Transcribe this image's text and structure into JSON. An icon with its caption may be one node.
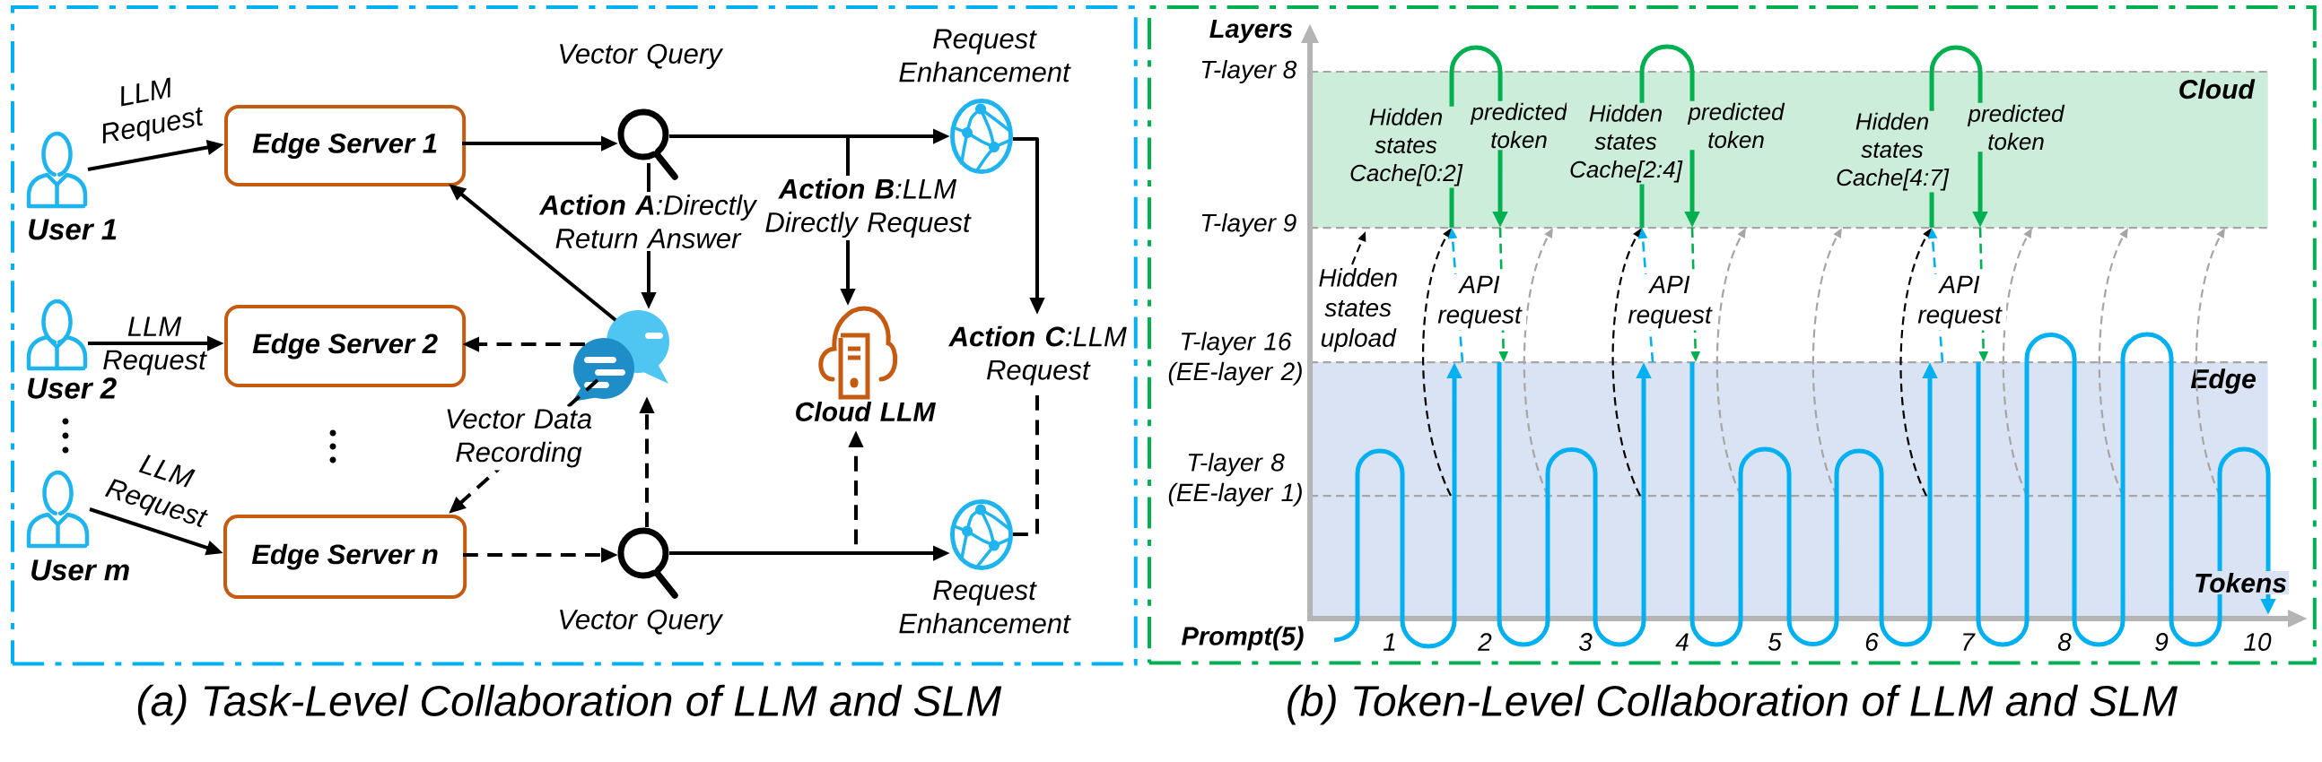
{
  "diagram": {
    "nodes": [
      {
        "text": [
          "(a) Task-Level Collaboration of LLM and SLM"
        ]
      },
      {
        "text": [
          "User 1"
        ],
        "in": 0
      },
      {
        "text": [
          "Edge Server 1"
        ],
        "in": 0
      },
      {
        "text": [
          "User 2"
        ],
        "in": 0
      },
      {
        "text": [
          "Edge Server 2"
        ],
        "in": 0
      },
      {
        "text": [
          "User m"
        ],
        "in": 0
      },
      {
        "text": [
          "Edge Server n"
        ],
        "in": 0
      },
      {
        "text": [
          "Vector Query"
        ],
        "in": 0
      },
      {
        "text": [
          "Request Enhancement"
        ],
        "in": 0
      },
      {
        "text": [],
        "shape": "picture",
        "in": 0
      },
      {
        "text": [
          "Cloud LLM"
        ],
        "in": 0
      },
      {
        "text": [
          "Vector Query"
        ],
        "in": 0
      },
      {
        "text": [
          "Request Enhancement"
        ],
        "in": 0
      },
      {
        "text": [
          "**Action C**:LLM Request"
        ],
        "in": 0
      },
      {
        "text": [
          "(b) Token-Level Collaboration of LLM and SLM"
        ]
      },
      {
        "text": [
          "Cloud"
        ],
        "in": 14
      },
      {
        "text": [
          "Edge"
        ],
        "in": 14
      },
      {
        "text": [
          "Hidden states upload"
        ],
        "in": 14
      }
    ],
    "edges": [
      {
        "from": 1,
        "to": 2,
        "arrow": "to",
        "label": "LLM Request"
      },
      {
        "from": 3,
        "to": 4,
        "arrow": "to",
        "label": "LLM Request"
      },
      {
        "from": 5,
        "to": 6,
        "arrow": "to",
        "label": "LLM Request"
      },
      {
        "from": 2,
        "to": 7,
        "arrow": "to"
      },
      {
        "from": 7,
        "to": 8,
        "arrow": "to"
      },
      {
        "from": 7,
        "to": 9,
        "arrow": "to",
        "label": "**Action A**:Directly Return Answer"
      },
      {
        "from": 7,
        "to": 10,
        "arrow": "to",
        "label": "**Action B**:LLM Directly Request"
      },
      {
        "from": 8,
        "to": 13,
        "arrow": "to"
      },
      {
        "from": 9,
        "to": 2,
        "arrow": "to"
      },
      {
        "from": 9,
        "to": 4,
        "arrow": "to",
        "style": "dashed"
      },
      {
        "from": 9,
        "to": 6,
        "arrow": "to",
        "label": "Vector Data Recording",
        "style": "dashed"
      },
      {
        "from": 6,
        "to": 11,
        "arrow": "to",
        "style": "dashed"
      },
      {
        "from": 11,
        "to": 9,
        "arrow": "to",
        "style": "dashed"
      },
      {
        "from": 11,
        "to": 12,
        "arrow": "to"
      },
      {
        "from": 11,
        "to": 10,
        "arrow": "to",
        "style": "dashed"
      },
      {
        "from": 12,
        "to": 13,
        "arrow": "none",
        "style": "dashed"
      },
      {
        "from": 17,
        "to": null,
        "arrow": "to",
        "style": "dashed"
      },
      {
        "from": 16,
        "to": 15,
        "arrow": "to",
        "style": "dashed"
      },
      {
        "from": 16,
        "to": 15,
        "arrow": "to",
        "label": "API request",
        "style": "dashed",
        "color": "#00b0f0"
      },
      {
        "from": 15,
        "to": 16,
        "arrow": "to",
        "style": "dashed",
        "color": "#00b050"
      },
      {
        "from": 16,
        "to": 15,
        "arrow": "to",
        "style": "dashed",
        "color": "#a6a6a6"
      },
      {
        "from": 16,
        "to": 15,
        "arrow": "to",
        "style": "dashed"
      },
      {
        "from": 16,
        "to": 15,
        "arrow": "to",
        "label": "API request",
        "style": "dashed",
        "color": "#00b0f0"
      },
      {
        "from": 15,
        "to": 16,
        "arrow": "to",
        "style": "dashed",
        "color": "#00b050"
      },
      {
        "from": 16,
        "to": 15,
        "arrow": "to",
        "style": "dashed",
        "color": "#a6a6a6"
      },
      {
        "from": 16,
        "to": 15,
        "arrow": "to",
        "style": "dashed",
        "color": "#a6a6a6"
      },
      {
        "from": 16,
        "to": 15,
        "arrow": "to",
        "style": "dashed"
      },
      {
        "from": 16,
        "to": 15,
        "arrow": "to",
        "label": "API request",
        "style": "dashed",
        "color": "#00b0f0"
      },
      {
        "from": 15,
        "to": 16,
        "arrow": "to",
        "style": "dashed",
        "color": "#00b050"
      },
      {
        "from": 16,
        "to": 15,
        "arrow": "to",
        "style": "dashed",
        "color": "#a6a6a6"
      },
      {
        "from": 16,
        "to": 15,
        "arrow": "to",
        "style": "dashed",
        "color": "#a6a6a6"
      },
      {
        "from": 16,
        "to": 15,
        "arrow": "to",
        "style": "dashed",
        "color": "#a6a6a6"
      },
      {
        "from": 15,
        "to": 15,
        "arrow": "to",
        "color": "#00b050"
      },
      {
        "from": 15,
        "to": 15,
        "arrow": "to",
        "color": "#00b050"
      },
      {
        "from": 15,
        "to": 15,
        "arrow": "to",
        "color": "#00b050"
      },
      {
        "from": 16,
        "to": 16,
        "arrow": "to",
        "color": "#00b0f0"
      },
      {
        "from": 16,
        "to": 16,
        "arrow": "to",
        "color": "#00b0f0"
      },
      {
        "from": 16,
        "to": 16,
        "arrow": "to",
        "color": "#00b0f0"
      },
      {
        "from": 16,
        "to": 16,
        "arrow": "to",
        "color": "#00b0f0"
      }
    ],
    "labels": [
      "Layers",
      "T-layer 8",
      "Hidden states Cache[0:2]",
      "predicted token",
      "Hidden states Cache[2:4]",
      "predicted token",
      "Hidden states Cache[4:7]",
      "predicted token",
      "T-layer 9",
      "T-layer 16 (EE-layer 2)",
      "T-layer 8 (EE-layer 1)",
      "Tokens",
      "Prompt(5)",
      "1",
      "2",
      "3",
      "4",
      "5",
      "6",
      "7",
      "8",
      "9",
      "10"
    ]
  }
}
